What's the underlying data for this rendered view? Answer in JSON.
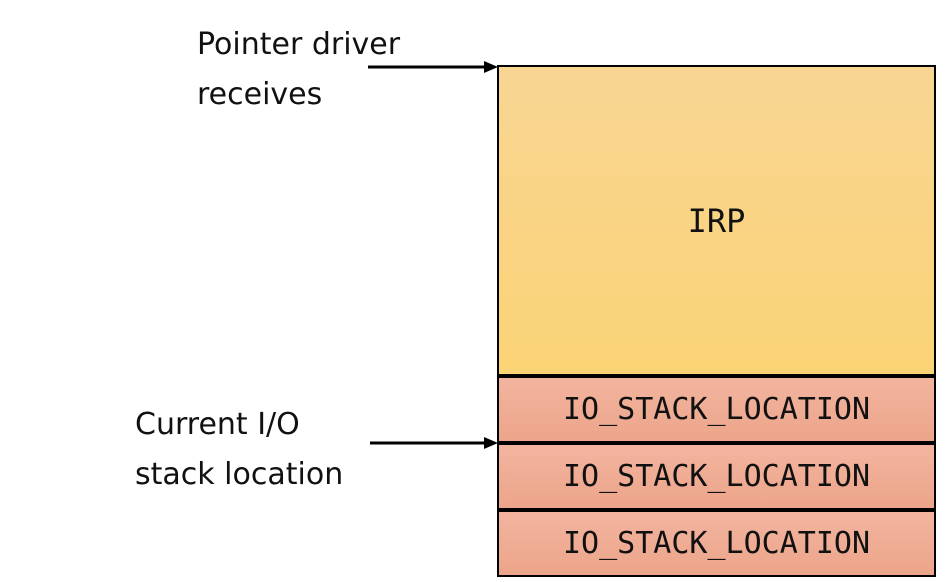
{
  "labels": {
    "pointer_line1": "Pointer driver",
    "pointer_line2": "receives",
    "current_line1": "Current I/O",
    "current_line2": "stack location"
  },
  "irp": {
    "label": "IRP",
    "color": "#f9d488"
  },
  "stack_locations": [
    {
      "label": "IO_STACK_LOCATION"
    },
    {
      "label": "IO_STACK_LOCATION"
    },
    {
      "label": "IO_STACK_LOCATION"
    }
  ],
  "colors": {
    "stack": "#efac93",
    "border": "#000000"
  }
}
